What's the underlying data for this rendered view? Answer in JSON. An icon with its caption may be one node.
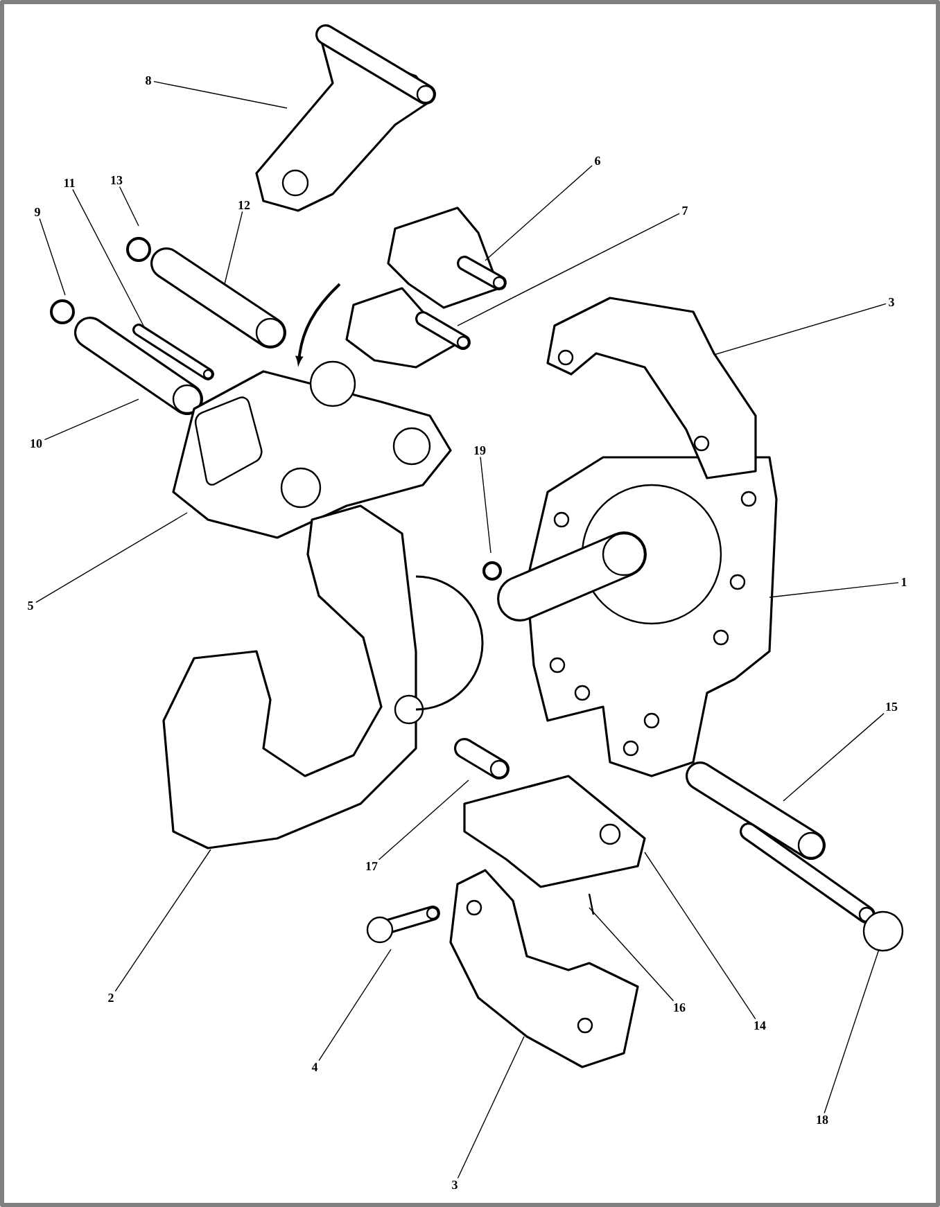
{
  "diagram": {
    "nodes": [
      {
        "text": [
          "8"
        ]
      },
      {
        "text": [
          "13"
        ]
      },
      {
        "text": [
          "11"
        ]
      },
      {
        "text": [
          "6"
        ]
      },
      {
        "text": [
          "12"
        ]
      },
      {
        "text": [
          "7"
        ]
      },
      {
        "text": [
          "9"
        ]
      },
      {
        "text": [
          "3"
        ]
      },
      {
        "text": [
          "10"
        ]
      },
      {
        "text": [
          "19"
        ]
      },
      {
        "text": [
          "1"
        ]
      },
      {
        "text": [
          "5"
        ]
      },
      {
        "text": [
          "15"
        ]
      },
      {
        "text": [
          "17"
        ]
      },
      {
        "text": [
          "2"
        ]
      },
      {
        "text": [
          "16"
        ]
      },
      {
        "text": [
          "14"
        ]
      },
      {
        "text": [
          "4"
        ]
      },
      {
        "text": [
          "18"
        ]
      },
      {
        "text": [
          "3"
        ]
      }
    ],
    "edges": [
      {
        "from": 0,
        "to": null,
        "arrow": "none"
      },
      {
        "from": 1,
        "to": null,
        "arrow": "none"
      },
      {
        "from": 2,
        "to": null,
        "arrow": "none"
      },
      {
        "from": 3,
        "to": null,
        "arrow": "none"
      },
      {
        "from": 4,
        "to": null,
        "arrow": "none"
      },
      {
        "from": 5,
        "to": null,
        "arrow": "none"
      },
      {
        "from": 6,
        "to": null,
        "arrow": "none"
      },
      {
        "from": 7,
        "to": null,
        "arrow": "none"
      },
      {
        "from": 8,
        "to": null,
        "arrow": "none"
      },
      {
        "from": 9,
        "to": null,
        "arrow": "none"
      },
      {
        "from": 10,
        "to": null,
        "arrow": "none"
      },
      {
        "from": 11,
        "to": null,
        "arrow": "none"
      },
      {
        "from": 12,
        "to": null,
        "arrow": "none"
      },
      {
        "from": 13,
        "to": null,
        "arrow": "none"
      },
      {
        "from": 14,
        "to": null,
        "arrow": "none"
      },
      {
        "from": 15,
        "to": null,
        "arrow": "none"
      },
      {
        "from": 16,
        "to": null,
        "arrow": "none"
      },
      {
        "from": 17,
        "to": null,
        "arrow": "none"
      },
      {
        "from": 18,
        "to": null,
        "arrow": "none"
      },
      {
        "from": 19,
        "to": null,
        "arrow": "none"
      }
    ]
  }
}
